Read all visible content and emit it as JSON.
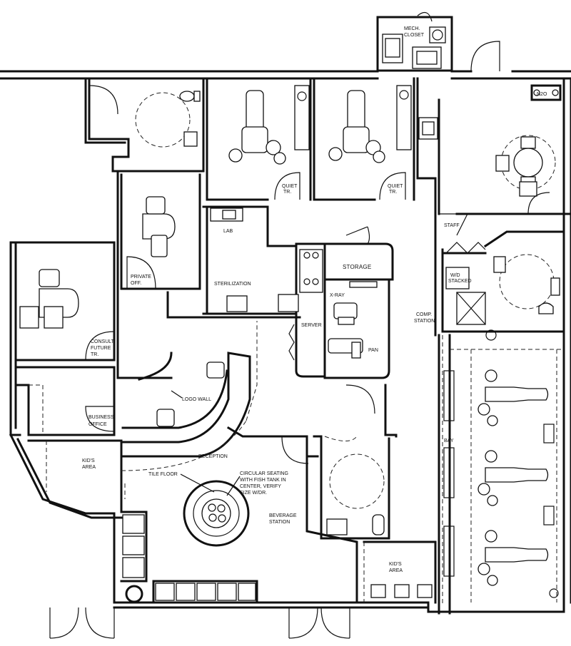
{
  "labels": {
    "mech_closet_1": "MECH.",
    "mech_closet_2": "CLOSET",
    "n2o": "N2O",
    "quiet_tr_1a": "QUIET",
    "quiet_tr_1b": "TR.",
    "quiet_tr_2a": "QUIET",
    "quiet_tr_2b": "TR.",
    "lab": "LAB",
    "staff": "STAFF",
    "storage": "STORAGE",
    "sterilization": "STERILIZATION",
    "private_off_1": "PRIVATE",
    "private_off_2": "OFF.",
    "xray": "X-RAY",
    "server": "SERVER",
    "pan": "PAN",
    "comp_station_1": "COMP.",
    "comp_station_2": "STATION",
    "stacked_1": "W/D",
    "stacked_2": "STACKED",
    "consult_1": "CONSULT",
    "consult_2": "FUTURE",
    "consult_3": "TR.",
    "logo_wall": "LOGO WALL",
    "business_1": "BUSINESS",
    "business_2": "OFFICE",
    "bay": "BAY",
    "kids_area_1a": "KID'S",
    "kids_area_1b": "AREA",
    "reception": "RECEPTION",
    "tile_floor": "TILE FLOOR",
    "circ_1": "CIRCULAR SEATING",
    "circ_2": "WITH FISH TANK IN",
    "circ_3": "CENTER, VERIFY",
    "circ_4": "SIZE W/DR.",
    "beverage_1": "BEVERAGE",
    "beverage_2": "STATION",
    "kids_area_2a": "KID'S",
    "kids_area_2b": "AREA"
  }
}
